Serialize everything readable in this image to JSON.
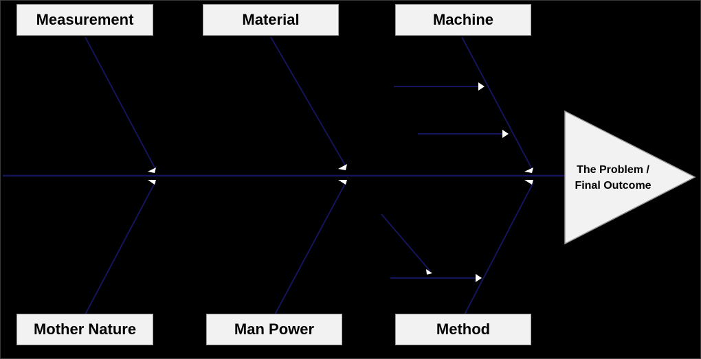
{
  "categories": {
    "measurement": "Measurement",
    "material": "Material",
    "machine": "Machine",
    "mother_nature": "Mother Nature",
    "man_power": "Man Power",
    "method": "Method"
  },
  "outcome": {
    "line1": "The Problem /",
    "line2": "Final Outcome"
  },
  "colors": {
    "background": "#000000",
    "line": "#14145a",
    "box_fill": "#f2f2f2",
    "box_border": "#9a9a9a",
    "head_fill": "#f2f2f2"
  }
}
